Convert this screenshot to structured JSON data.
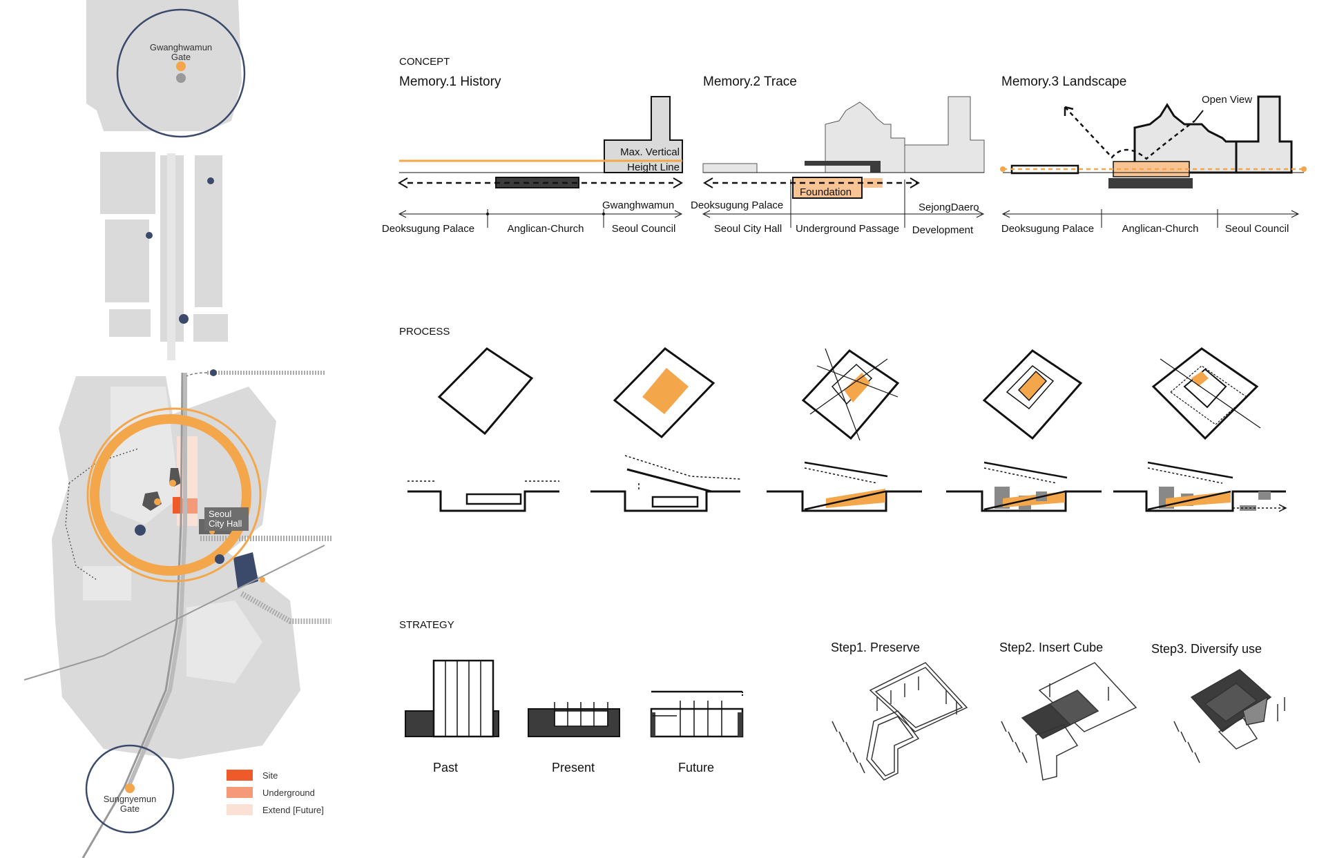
{
  "map": {
    "gate_north": [
      "Gwanghwamun",
      "Gate"
    ],
    "gate_south": [
      "Sungnyemun",
      "Gate"
    ],
    "city_hall": [
      "Seoul",
      "City Hall"
    ],
    "legend": [
      {
        "label": "Site",
        "color": "#ee5a2a"
      },
      {
        "label": "Underground",
        "color": "#f49a78"
      },
      {
        "label": "Extend [Future]",
        "color": "#fbe0d6"
      }
    ]
  },
  "colors": {
    "accent": "#f4a64a",
    "dark": "#3c3c3c",
    "block": "#dadada",
    "marker": "#3b4a6b"
  },
  "concept": {
    "header": "CONCEPT",
    "m1": {
      "title": "Memory.1 History",
      "height_line": [
        "Max. Vertical",
        "Height Line"
      ],
      "gwanghwamun": "Gwanghwamun",
      "axis": [
        "Deoksugung Palace",
        "Anglican-Church",
        "Seoul Council"
      ]
    },
    "m2": {
      "title": "Memory.2 Trace",
      "foundation": "Foundation",
      "deoksugung": "Deoksugung Palace",
      "sejong": "SejongDaero",
      "axis": [
        "Seoul City Hall",
        "Underground Passage",
        "Development"
      ]
    },
    "m3": {
      "title": "Memory.3 Landscape",
      "open_view": "Open View",
      "axis": [
        "Deoksugung Palace",
        "Anglican-Church",
        "Seoul Council"
      ]
    }
  },
  "process": {
    "header": "PROCESS"
  },
  "strategy": {
    "header": "STRATEGY",
    "captions": [
      "Past",
      "Present",
      "Future"
    ],
    "steps": [
      "Step1. Preserve",
      "Step2. Insert Cube",
      "Step3. Diversify use"
    ]
  }
}
